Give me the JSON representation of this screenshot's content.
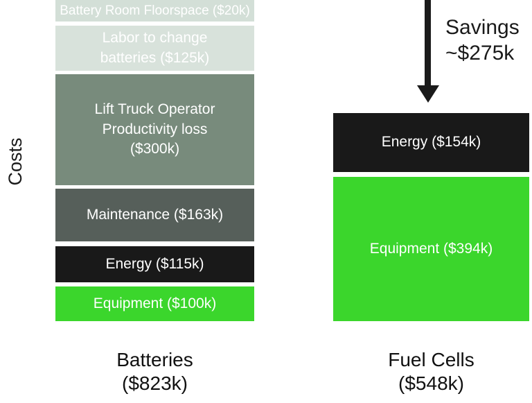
{
  "y_axis_label": "Costs",
  "savings": {
    "line1": "Savings",
    "line2": "~$275k"
  },
  "bars": [
    {
      "name": "Batteries",
      "total": "($823k)",
      "segments": [
        {
          "label": "Battery Room Floorspace ($20k)"
        },
        {
          "label": "Labor to change batteries ($125k)"
        },
        {
          "label": "Lift Truck Operator Productivity loss ($300k)"
        },
        {
          "label": "Maintenance ($163k)"
        },
        {
          "label": "Energy ($115k)"
        },
        {
          "label": "Equipment ($100k)"
        }
      ]
    },
    {
      "name": "Fuel Cells",
      "total": "($548k)",
      "segments": [
        {
          "label": "Energy ($154k)"
        },
        {
          "label": "Equipment ($394k)"
        }
      ]
    }
  ],
  "chart_data": {
    "type": "bar",
    "subtype": "stacked-comparison",
    "title": "",
    "xlabel": "",
    "ylabel": "Costs",
    "units": "USD thousands ($k)",
    "categories": [
      "Batteries",
      "Fuel Cells"
    ],
    "category_totals_k": [
      823,
      548
    ],
    "series": [
      {
        "name": "Equipment",
        "values": [
          100,
          394
        ],
        "color": "#3bd62c"
      },
      {
        "name": "Energy",
        "values": [
          115,
          154
        ],
        "color": "#191919"
      },
      {
        "name": "Maintenance",
        "values": [
          163,
          0
        ],
        "color": "#565f5a"
      },
      {
        "name": "Lift Truck Operator Productivity loss",
        "values": [
          300,
          0
        ],
        "color": "#788b7c"
      },
      {
        "name": "Labor to change batteries",
        "values": [
          125,
          0
        ],
        "color": "#d8e2db"
      },
      {
        "name": "Battery Room Floorspace",
        "values": [
          20,
          0
        ],
        "color": "#d3dfd7"
      }
    ],
    "annotation": "Savings ~$275k",
    "annotation_position": "top-right, arrow pointing down to Fuel Cells bar",
    "legend": "none",
    "grid": false,
    "axis_ticks": "none",
    "label_color_on_bars": "#ffffff"
  }
}
